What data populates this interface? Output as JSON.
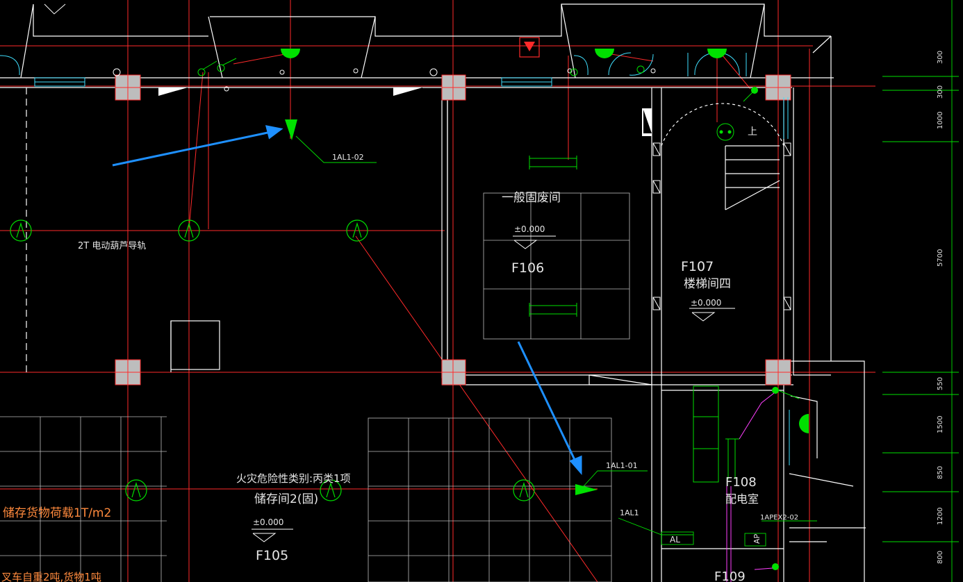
{
  "colors": {
    "background": "#000000",
    "wall": "#ffffff",
    "axis": "#ff2a2a",
    "green": "#00e000",
    "cyan": "#40e0ff",
    "blue_arrow": "#1e90ff",
    "magenta": "#ff40ff",
    "column": "#bdbdbd",
    "orange_text": "#ff8a3d"
  },
  "labels": {
    "circuit_02": "1AL1-02",
    "circuit_01": "1AL1-01",
    "circuit_1al1": "1AL1",
    "panel_al": "AL",
    "panel_ap": "AP",
    "panel_apex": "1APEX2-02",
    "hoist_rail": "2T 电动葫芦导轨",
    "room_106_name": "一般固废间",
    "room_106_code": "F106",
    "room_107_code": "F107",
    "room_107_name": "楼梯间四",
    "room_105_name": "储存间2(固)",
    "room_105_code": "F105",
    "room_105_class": "火灾危险性类别:丙类1项",
    "room_108_code": "F108",
    "room_108_name": "配电室",
    "room_109_code": "F109",
    "level_106": "±0.000",
    "level_107": "±0.000",
    "level_105": "±0.000",
    "stair_up": "上",
    "storage_load": "储存货物荷载1T/m2",
    "bottom_note": "叉车自重2吨,货物1吨"
  },
  "dimensions": [
    "300",
    "300",
    "1000",
    "5700",
    "550",
    "1500",
    "850",
    "1200",
    "800"
  ]
}
